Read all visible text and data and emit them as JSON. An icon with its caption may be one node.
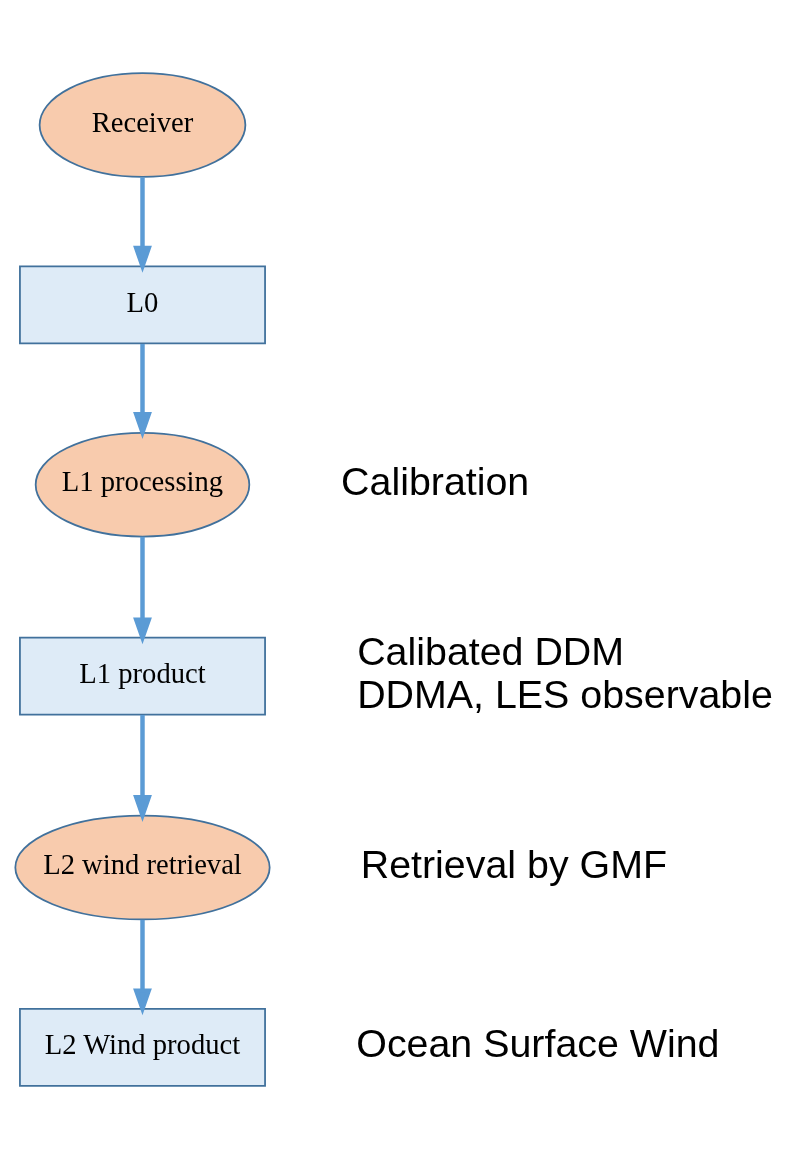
{
  "diagram": {
    "nodes": [
      {
        "text": [
          "Receiver"
        ]
      },
      {
        "text": [
          "L0"
        ]
      },
      {
        "text": [
          "L1 processing"
        ],
        "beside": [
          "Calibration"
        ]
      },
      {
        "text": [
          "L1 product"
        ],
        "beside": [
          "Calibated DDM",
          "DDMA, LES observable"
        ]
      },
      {
        "text": [
          "L2 wind retrieval"
        ],
        "beside": [
          "Retrieval by GMF"
        ]
      },
      {
        "text": [
          "L2 Wind product"
        ],
        "beside": [
          "Ocean Surface Wind"
        ]
      }
    ],
    "edges": [
      {
        "from": 0,
        "to": 1,
        "arrow": "to"
      },
      {
        "from": 1,
        "to": 2,
        "arrow": "to"
      },
      {
        "from": 2,
        "to": 3,
        "arrow": "to"
      },
      {
        "from": 3,
        "to": 4,
        "arrow": "to"
      },
      {
        "from": 4,
        "to": 5,
        "arrow": "to"
      }
    ]
  }
}
